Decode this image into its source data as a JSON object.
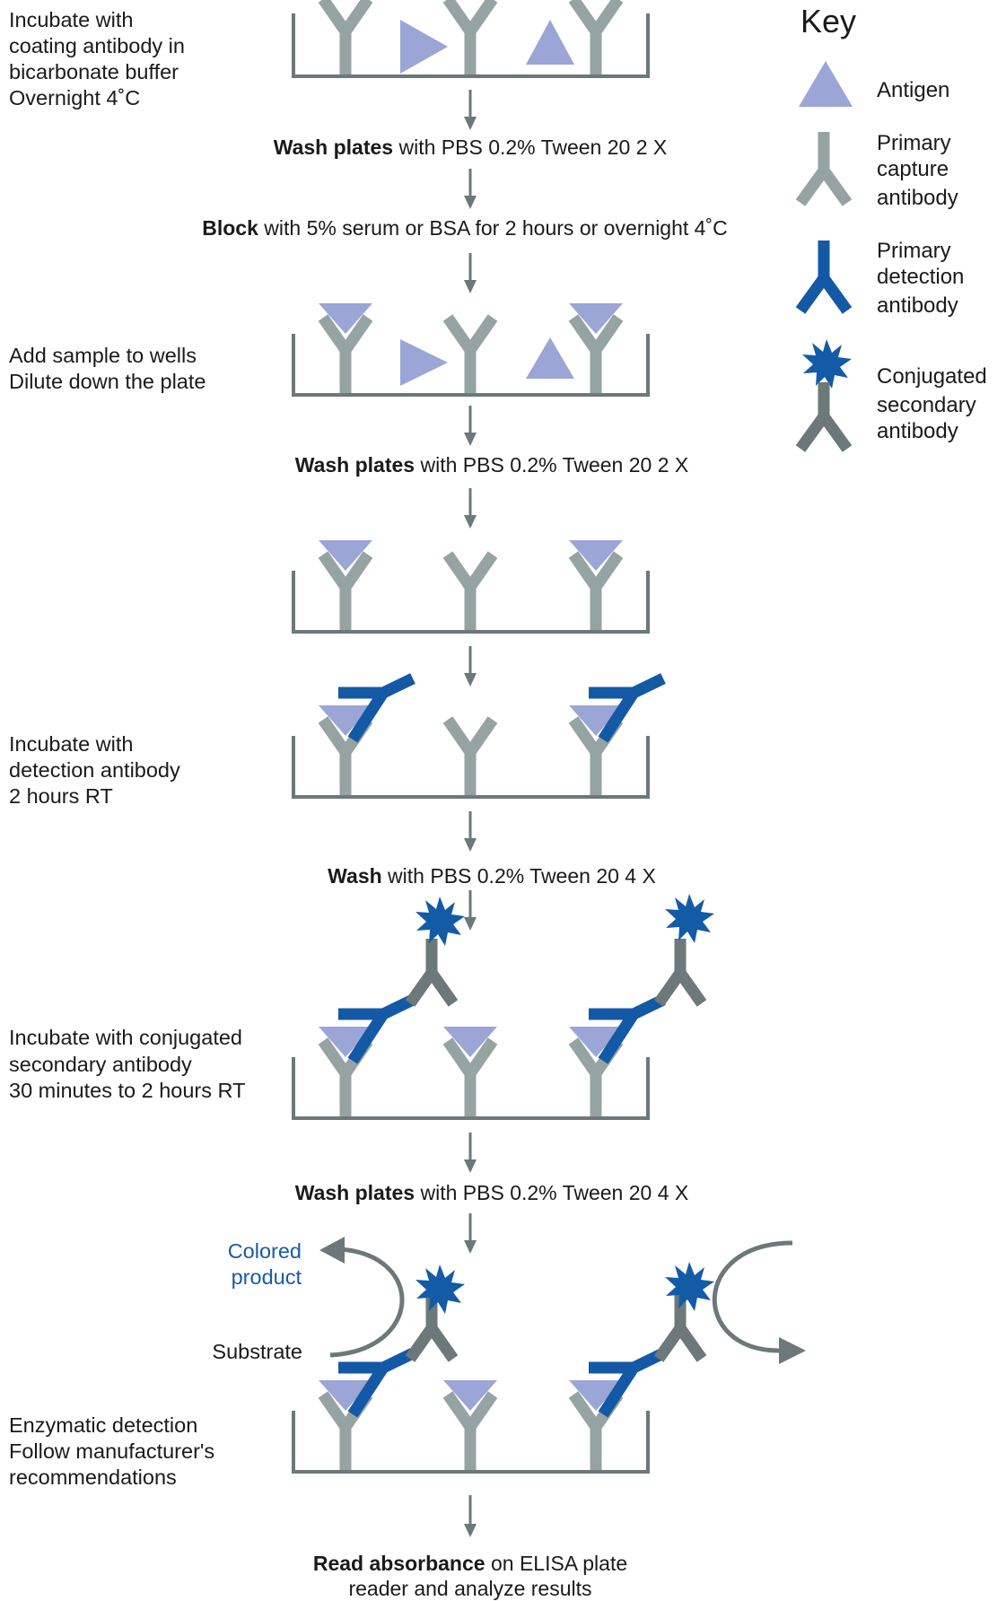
{
  "colors": {
    "antigen": "#9ba6d6",
    "capture_antibody": "#96a3a3",
    "detection_antibody": "#1459a5",
    "secondary_antibody": "#6c7879",
    "conjugate": "#135ba6",
    "well": "#6c7879",
    "colored_product_text": "#1a5aa6"
  },
  "key": {
    "title": "Key",
    "antigen": "Antigen",
    "capture": [
      "Primary",
      "capture",
      "antibody"
    ],
    "detection": [
      "Primary",
      "detection",
      "antibody"
    ],
    "secondary": [
      "Conjugated",
      "secondary",
      "antibody"
    ]
  },
  "side_labels": {
    "coating": {
      "lines": [
        "Incubate with",
        "coating antibody in",
        "bicarbonate buffer"
      ],
      "sub": "Overnight 4˚C"
    },
    "sample": {
      "lines": [
        "Add sample to wells"
      ],
      "sub": "Dilute down the plate"
    },
    "detection": {
      "lines": [
        "Incubate with",
        "detection antibody"
      ],
      "sub": "2 hours RT"
    },
    "secondary": {
      "lines": [
        "Incubate with conjugated",
        "secondary antibody"
      ],
      "sub": "30 minutes to 2 hours RT"
    },
    "enzymatic": {
      "lines": [
        "Enzymatic detection"
      ],
      "sub_lines": [
        "Follow manufacturer's",
        "recommendations"
      ]
    }
  },
  "steps": {
    "wash1": {
      "bold": "Wash plates",
      "rest": " with  PBS 0.2% Tween 20 2 X"
    },
    "block": {
      "bold": "Block",
      "rest": " with 5% serum or BSA for 2 hours or overnight 4˚C"
    },
    "wash2": {
      "bold": "Wash plates",
      "rest": " with PBS 0.2% Tween 20 2 X"
    },
    "wash3": {
      "bold": "Wash",
      "rest": " with PBS 0.2% Tween 20 4 X"
    },
    "wash4": {
      "bold": "Wash plates",
      "rest": " with PBS 0.2% Tween 20 4 X"
    },
    "read": {
      "bold": "Read absorbance",
      "rest": " on ELISA plate",
      "line2": "reader and analyze results"
    }
  },
  "reaction": {
    "colored_product": [
      "Colored",
      "product"
    ],
    "substrate": "Substrate"
  }
}
